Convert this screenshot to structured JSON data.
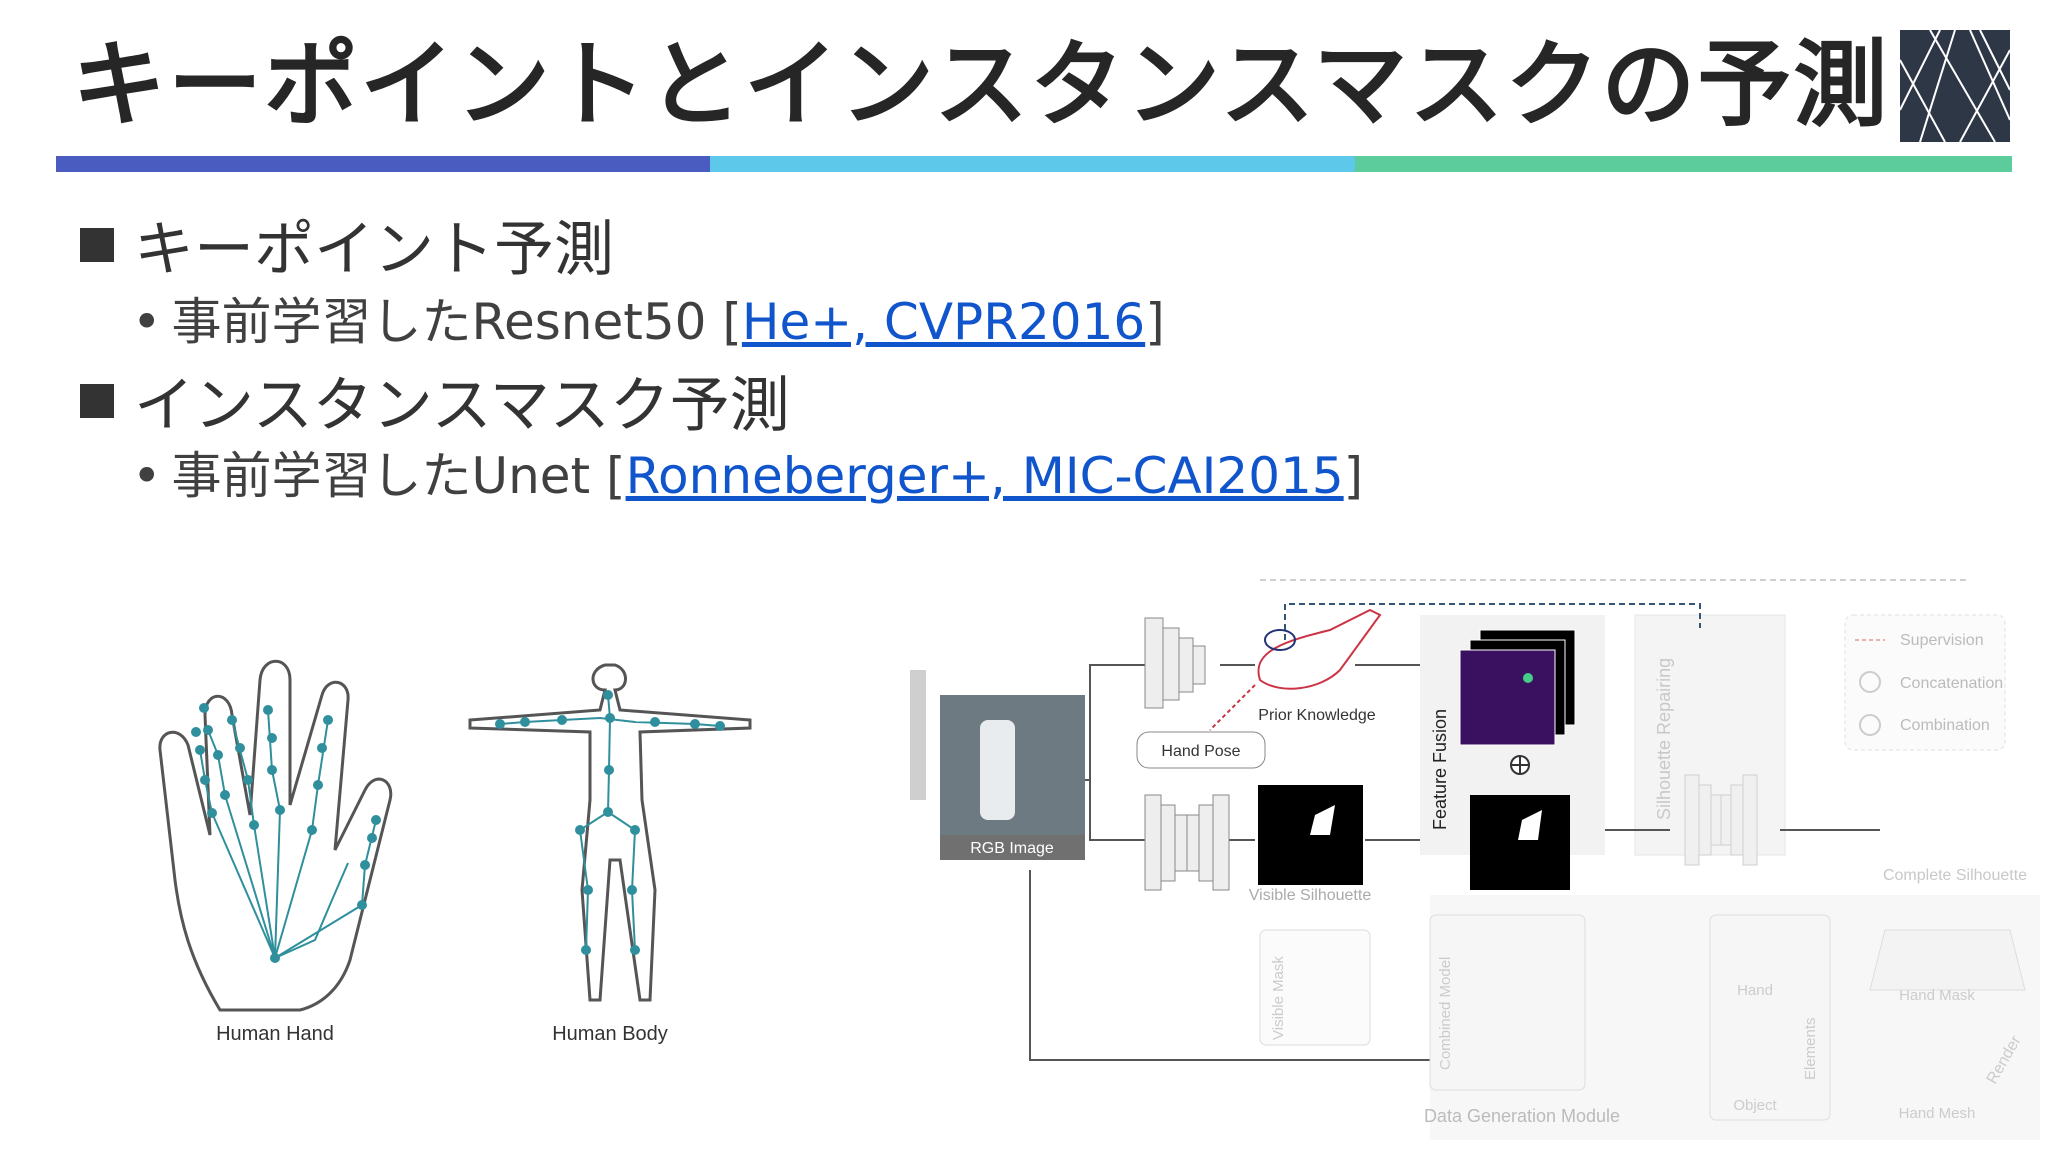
{
  "slide": {
    "title": "キーポイントとインスタンスマスクの予測",
    "bullets": [
      {
        "heading": "キーポイント予測",
        "sub_text": "事前学習したResnet50 [",
        "sub_link": "He+, CVPR2016",
        "sub_close": "]"
      },
      {
        "heading": "インスタンスマスク予測",
        "sub_text": "事前学習したUnet [",
        "sub_link": "Ronneberger+, MIC-CAI2015",
        "sub_close": "]"
      }
    ],
    "sub_bullet_mark": "•"
  },
  "colors": {
    "bar_blue": "#4a5cc0",
    "bar_cyan": "#5ec8ea",
    "bar_green": "#5dcc9d",
    "link": "#1155cc",
    "keypoint": "#2f8f9c",
    "logo_bg": "#2e3746"
  },
  "figure_left": {
    "hand_label": "Human Hand",
    "body_label": "Human Body"
  },
  "figure_right": {
    "rgb_image": "RGB Image",
    "prior_knowledge": "Prior Knowledge",
    "hand_pose": "Hand Pose",
    "feature_fusion": "Feature Fusion",
    "silhouette_repairing": "Silhouette Repairing",
    "visible_silhouette": "Visible Silhouette",
    "complete_silhouette": "Complete Silhouette",
    "legend": [
      "Supervision",
      "Concatenation",
      "Combination"
    ],
    "visible_mask": "Visible Mask",
    "combined_model": "Combined Model",
    "hand": "Hand",
    "object": "Object",
    "elements": "Elements",
    "hand_mask": "Hand Mask",
    "hand_mesh": "Hand Mesh",
    "render": "Render",
    "data_generation_module": "Data Generation Module"
  }
}
